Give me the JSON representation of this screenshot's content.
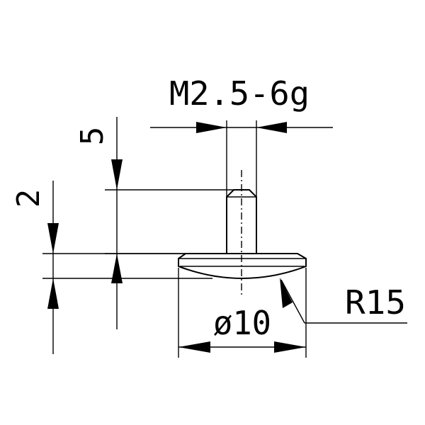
{
  "drawing": {
    "thread_label": "M2.5-6g",
    "total_height_label": "5",
    "head_height_label": "2",
    "radius_label": "R15",
    "diameter_label": "ø10"
  }
}
